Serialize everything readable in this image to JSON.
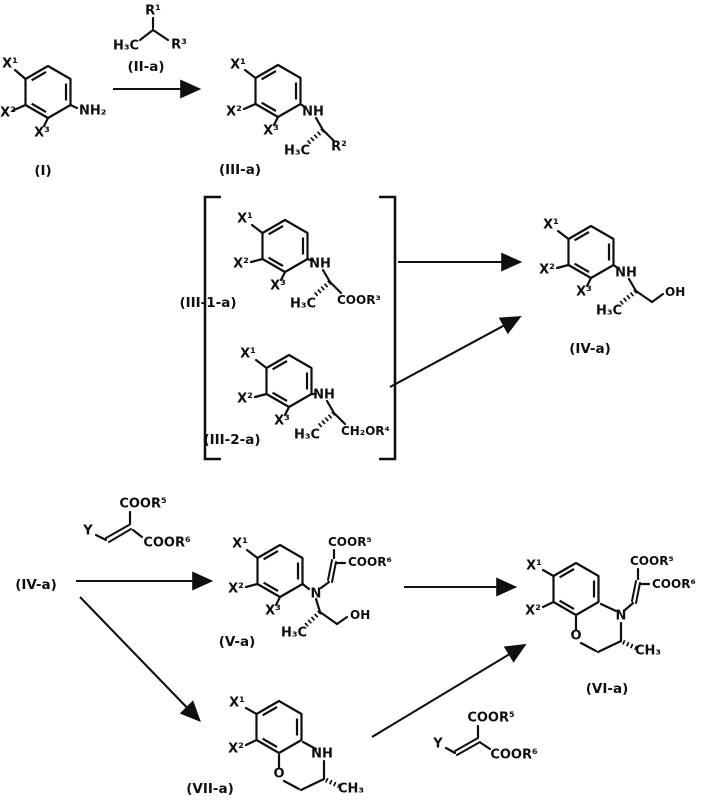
{
  "figure": {
    "type": "chemical-reaction-scheme",
    "ink_color": "#0f0f0f",
    "paper_color": "#ffffff"
  },
  "compounds": {
    "I": {
      "label": "(I)"
    },
    "IIa": {
      "label": "(II-a)"
    },
    "IIIa": {
      "label": "(III-a)"
    },
    "III1a": {
      "label": "(III-1-a)"
    },
    "III2a": {
      "label": "(III-2-a)"
    },
    "IVa": {
      "label": "(IV-a)"
    },
    "Va": {
      "label": "(V-a)"
    },
    "VIa": {
      "label": "(VI-a)"
    },
    "VIIa": {
      "label": "(VII-a)"
    }
  },
  "atoms": {
    "x1": "X¹",
    "x2": "X²",
    "x3": "X³",
    "nh2": "NH₂",
    "nh": "NH",
    "n": "N",
    "o": "O",
    "oh": "OH",
    "h3c": "H₃C",
    "ch3": "CH₃",
    "r1": "R¹",
    "r2": "R²",
    "r3": "R³",
    "y": "Y",
    "coor3": "COOR³",
    "ch2or4": "CH₂OR⁴",
    "coor5": "COOR⁵",
    "coor6": "COOR⁶"
  }
}
